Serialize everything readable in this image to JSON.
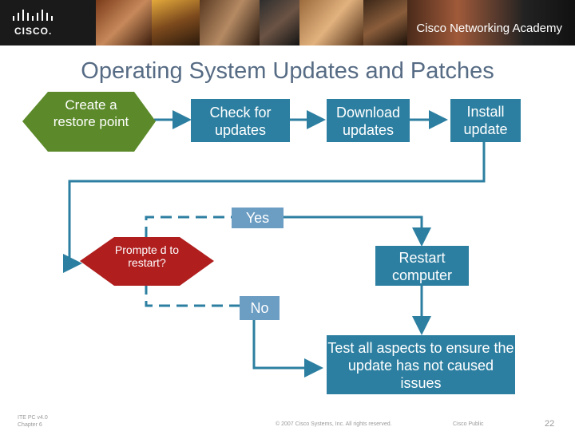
{
  "banner": {
    "logo_text": "CISCO.",
    "academy_text": "Cisco Networking Academy"
  },
  "title": "Operating System Updates and Patches",
  "steps": {
    "restore": "Create a restore point",
    "check": "Check for updates",
    "download": "Download updates",
    "install": "Install update",
    "prompted": "Prompte d to restart?",
    "restart": "Restart computer",
    "test": "Test all aspects to ensure the update has not caused issues"
  },
  "labels": {
    "yes": "Yes",
    "no": "No"
  },
  "colors": {
    "box_blue": "#2d7fa1",
    "decision_green": "#5c8a2a",
    "decision_red": "#b01e1e",
    "label_blue": "#6c9dc3",
    "title": "#566b84"
  },
  "footer": {
    "course": "ITE PC v4.0",
    "chapter": "Chapter 6",
    "copyright": "© 2007 Cisco Systems, Inc. All rights reserved.",
    "classification": "Cisco Public",
    "page": "22"
  }
}
